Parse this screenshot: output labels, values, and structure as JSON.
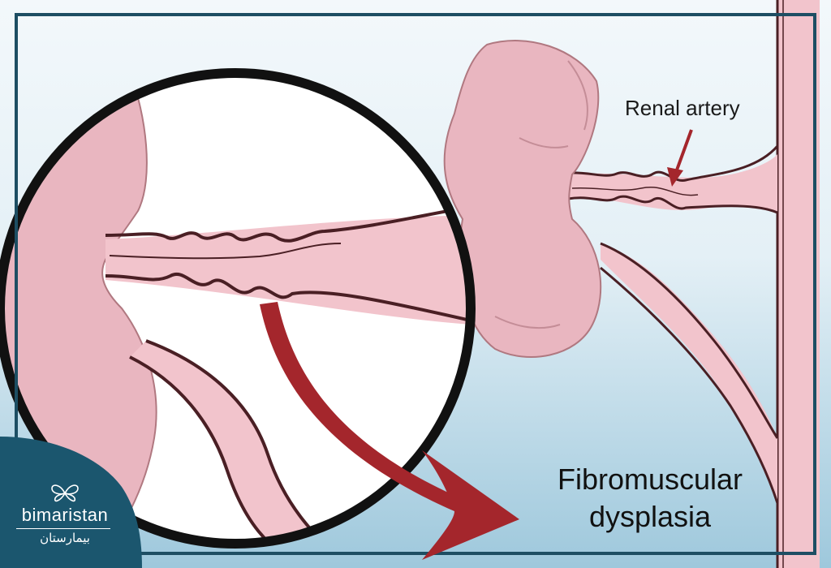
{
  "labels": {
    "renal_artery": "Renal artery",
    "fmd_line1": "Fibromuscular",
    "fmd_line2": "dysplasia"
  },
  "brand": {
    "name": "bimaristan",
    "arabic": "بيمارستان"
  },
  "colors": {
    "frame": "#1d4e63",
    "brand_bg": "#1b566e",
    "arrow": "#a4262c",
    "kidney": "#e9b6c0",
    "vessel": "#f2c4cc",
    "vessel_outline": "#4a1f24",
    "background_top": "#eef6fa",
    "background_bottom": "#a9cfe0"
  }
}
